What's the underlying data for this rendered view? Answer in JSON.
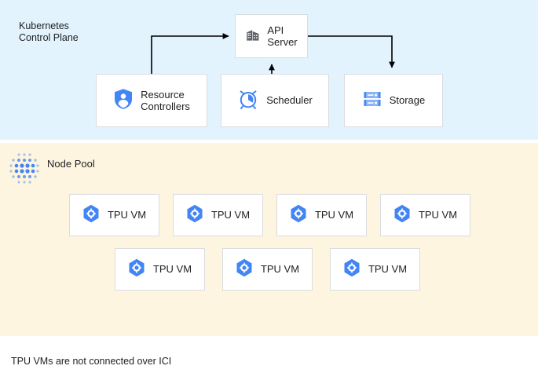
{
  "diagram": {
    "caption": "TPU VMs are not connected over ICI",
    "colors": {
      "control_plane_band": "#e2f3fd",
      "node_pool_band": "#fdf5e0",
      "accent_blue": "#4285f4",
      "icon_gray": "#5f6368",
      "box_border": "#dadce0",
      "connector": "#000000",
      "text": "#202124"
    }
  },
  "control_plane": {
    "label": "Kubernetes\nControl Plane",
    "components": {
      "api_server": {
        "label": "API\nServer",
        "icon": "office-building-icon"
      },
      "resource_controllers": {
        "label": "Resource\nControllers",
        "icon": "shield-user-icon"
      },
      "scheduler": {
        "label": "Scheduler",
        "icon": "alarm-clock-icon"
      },
      "storage": {
        "label": "Storage",
        "icon": "server-rack-icon"
      }
    },
    "connections": [
      {
        "from": "resource_controllers",
        "to": "api_server",
        "direction": "up-right"
      },
      {
        "from": "scheduler",
        "to": "api_server",
        "direction": "up"
      },
      {
        "from": "api_server",
        "to": "storage",
        "direction": "right-down"
      }
    ]
  },
  "node_pool": {
    "label": "Node Pool",
    "icon": "dot-grid-icon",
    "rows": [
      {
        "vms": [
          {
            "label": "TPU VM",
            "icon": "hex-gear-icon"
          },
          {
            "label": "TPU VM",
            "icon": "hex-gear-icon"
          },
          {
            "label": "TPU VM",
            "icon": "hex-gear-icon"
          },
          {
            "label": "TPU VM",
            "icon": "hex-gear-icon"
          }
        ]
      },
      {
        "vms": [
          {
            "label": "TPU VM",
            "icon": "hex-gear-icon"
          },
          {
            "label": "TPU VM",
            "icon": "hex-gear-icon"
          },
          {
            "label": "TPU VM",
            "icon": "hex-gear-icon"
          }
        ]
      }
    ]
  }
}
